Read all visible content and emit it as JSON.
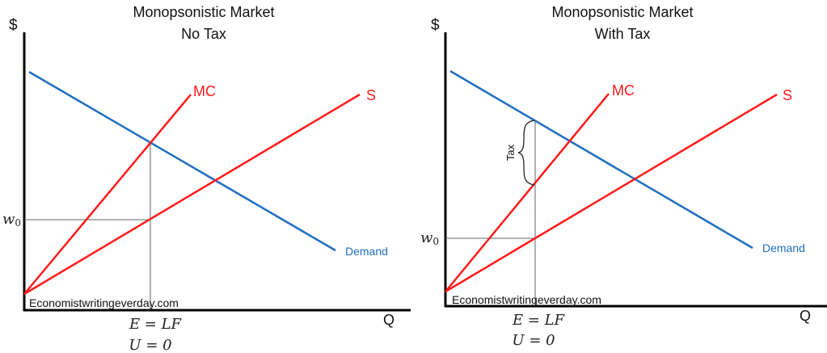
{
  "colors": {
    "supply": "#ff1a1a",
    "demand": "#1f6fc0",
    "axis": "#000000",
    "guide": "#555555"
  },
  "panels": [
    {
      "title_line1": "Monopsonistic Market",
      "title_line2": "No Tax",
      "y_axis_label": "$",
      "x_axis_label": "Q",
      "wage_label": "w",
      "wage_subscript": "0",
      "mc_label": "MC",
      "s_label": "S",
      "demand_label": "Demand",
      "watermark": "Economistwritingeverday.com",
      "eq1": "E = LF",
      "eq2": "U = 0"
    },
    {
      "title_line1": "Monopsonistic Market",
      "title_line2": "With Tax",
      "y_axis_label": "$",
      "x_axis_label": "Q",
      "wage_label": "w",
      "wage_subscript": "0",
      "mc_label": "MC",
      "s_label": "S",
      "demand_label": "Demand",
      "tax_label": "Tax",
      "watermark": "Economistwritingeverday.com",
      "eq1": "E = LF",
      "eq2": "U = 0"
    }
  ]
}
